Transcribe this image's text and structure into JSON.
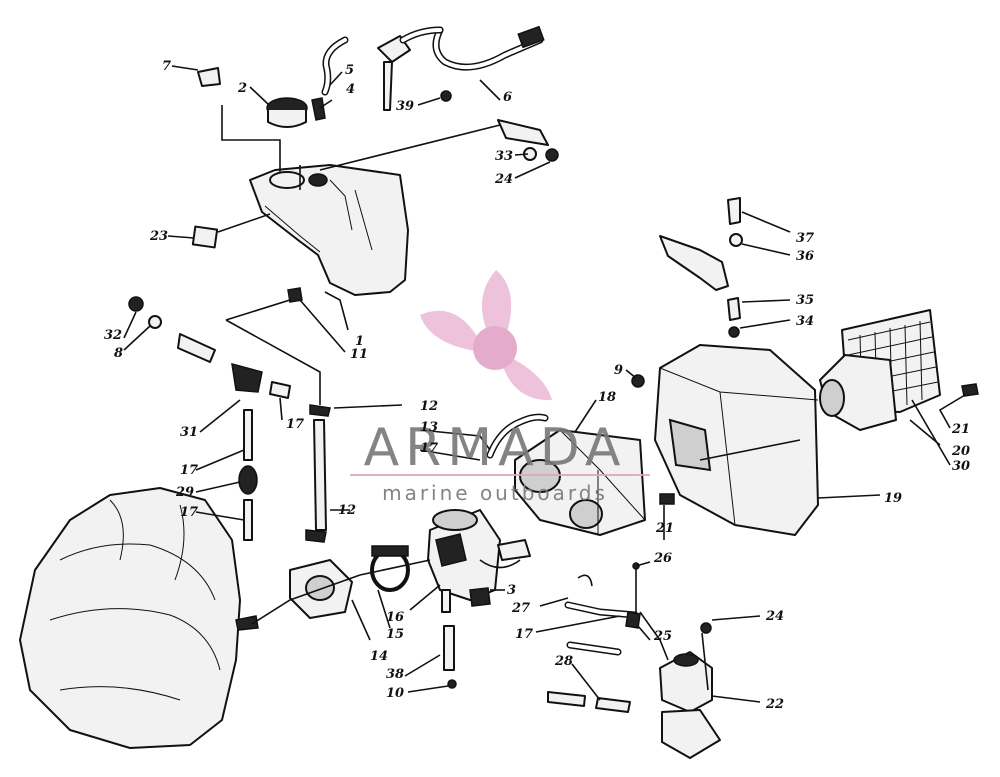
{
  "watermark": {
    "brand": "ARMADA",
    "tagline": "marine outboards",
    "logo_color": "#e8a6c8",
    "text_color": "#777777"
  },
  "callouts": [
    {
      "id": "c1",
      "text": "1"
    },
    {
      "id": "c2",
      "text": "2"
    },
    {
      "id": "c3",
      "text": "3"
    },
    {
      "id": "c4",
      "text": "4"
    },
    {
      "id": "c5",
      "text": "5"
    },
    {
      "id": "c6",
      "text": "6"
    },
    {
      "id": "c7",
      "text": "7"
    },
    {
      "id": "c8",
      "text": "8"
    },
    {
      "id": "c9",
      "text": "9"
    },
    {
      "id": "c10",
      "text": "10"
    },
    {
      "id": "c11",
      "text": "11"
    },
    {
      "id": "c12a",
      "text": "12"
    },
    {
      "id": "c12b",
      "text": "12"
    },
    {
      "id": "c13",
      "text": "13"
    },
    {
      "id": "c14",
      "text": "14"
    },
    {
      "id": "c15",
      "text": "15"
    },
    {
      "id": "c16",
      "text": "16"
    },
    {
      "id": "c17a",
      "text": "17"
    },
    {
      "id": "c17b",
      "text": "17"
    },
    {
      "id": "c17c",
      "text": "17"
    },
    {
      "id": "c17d",
      "text": "17"
    },
    {
      "id": "c17e",
      "text": "17"
    },
    {
      "id": "c18",
      "text": "18"
    },
    {
      "id": "c19",
      "text": "19"
    },
    {
      "id": "c20",
      "text": "20"
    },
    {
      "id": "c21a",
      "text": "21"
    },
    {
      "id": "c21b",
      "text": "21"
    },
    {
      "id": "c22",
      "text": "22"
    },
    {
      "id": "c23",
      "text": "23"
    },
    {
      "id": "c24a",
      "text": "24"
    },
    {
      "id": "c24b",
      "text": "24"
    },
    {
      "id": "c25",
      "text": "25"
    },
    {
      "id": "c26",
      "text": "26"
    },
    {
      "id": "c27",
      "text": "27"
    },
    {
      "id": "c28",
      "text": "28"
    },
    {
      "id": "c29",
      "text": "29"
    },
    {
      "id": "c30",
      "text": "30"
    },
    {
      "id": "c31",
      "text": "31"
    },
    {
      "id": "c32",
      "text": "32"
    },
    {
      "id": "c33",
      "text": "33"
    },
    {
      "id": "c34",
      "text": "34"
    },
    {
      "id": "c35",
      "text": "35"
    },
    {
      "id": "c36",
      "text": "36"
    },
    {
      "id": "c37",
      "text": "37"
    },
    {
      "id": "c38",
      "text": "38"
    },
    {
      "id": "c39",
      "text": "39"
    }
  ]
}
